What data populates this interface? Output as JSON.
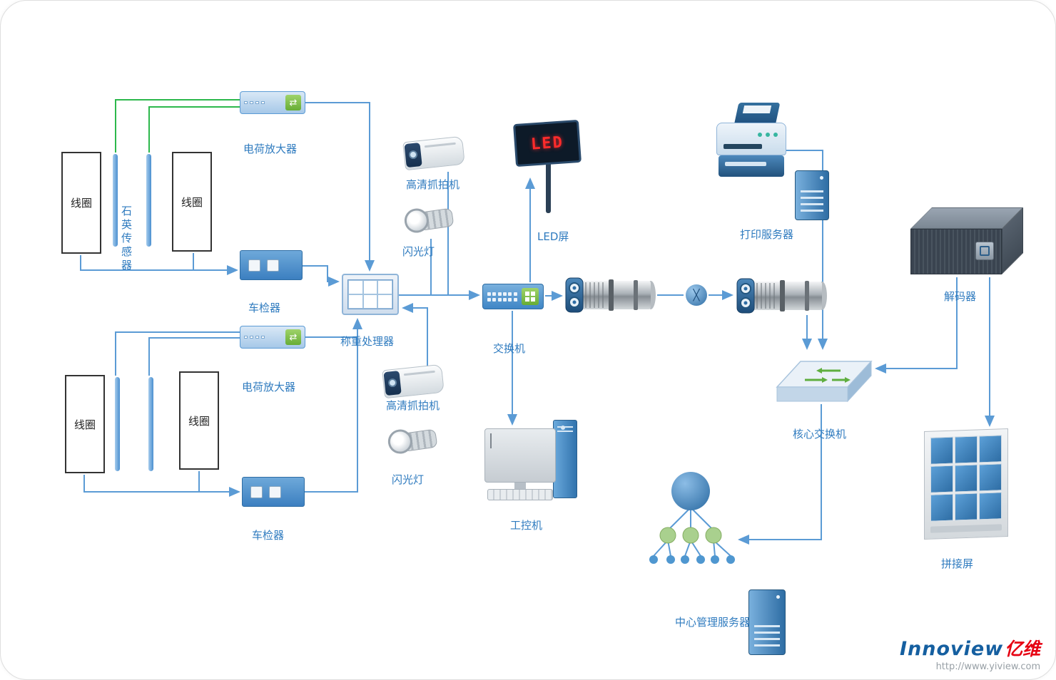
{
  "nodes": {
    "coil_tl": {
      "label": "线圈"
    },
    "coil_tr": {
      "label": "线圈"
    },
    "coil_bl": {
      "label": "线圈"
    },
    "coil_br": {
      "label": "线圈"
    },
    "quartz_sensor": {
      "label": "石英传感器"
    },
    "charge_amp_top": {
      "label": "电荷放大器"
    },
    "charge_amp_bottom": {
      "label": "电荷放大器"
    },
    "vehicle_detector_top": {
      "label": "车检器"
    },
    "vehicle_detector_bottom": {
      "label": "车检器"
    },
    "weighing_processor": {
      "label": "称重处理器"
    },
    "hd_camera_top": {
      "label": "高清抓拍机"
    },
    "hd_camera_bottom": {
      "label": "高清抓拍机"
    },
    "flash_top": {
      "label": "闪光灯"
    },
    "flash_bottom": {
      "label": "闪光灯"
    },
    "led_screen": {
      "label": "LED屏",
      "display_text": "LED"
    },
    "switch": {
      "label": "交换机"
    },
    "industrial_pc": {
      "label": "工控机"
    },
    "print_server": {
      "label": "打印服务器"
    },
    "decoder": {
      "label": "解码器"
    },
    "core_switch": {
      "label": "核心交换机"
    },
    "central_mgmt_server": {
      "label": "中心管理服务器"
    },
    "video_wall": {
      "label": "拼接屏"
    }
  },
  "edges": [
    {
      "from": "charge_amp_top",
      "to": "quartz_sensors_top",
      "color": "green"
    },
    {
      "from": "charge_amp_bottom",
      "to": "quartz_sensors_bottom",
      "color": "blue"
    },
    {
      "from": "coils_top",
      "to": "vehicle_detector_top"
    },
    {
      "from": "vehicle_detector_top",
      "to": "weighing_processor"
    },
    {
      "from": "charge_amp_top",
      "to": "weighing_processor"
    },
    {
      "from": "coils_bottom",
      "to": "vehicle_detector_bottom"
    },
    {
      "from": "vehicle_detector_bottom",
      "to": "weighing_processor"
    },
    {
      "from": "charge_amp_bottom",
      "to": "weighing_processor"
    },
    {
      "from": "weighing_processor",
      "to": "switch"
    },
    {
      "from": "hd_camera_top",
      "to": "switch"
    },
    {
      "from": "flash_top",
      "to": "switch"
    },
    {
      "from": "hd_camera_bottom",
      "to": "weighing_processor"
    },
    {
      "from": "switch",
      "to": "led_screen"
    },
    {
      "from": "switch",
      "to": "industrial_pc"
    },
    {
      "from": "switch",
      "to": "fiber_transceiver_left"
    },
    {
      "from": "fiber_transceiver_left",
      "to": "fiber_node"
    },
    {
      "from": "fiber_node",
      "to": "fiber_transceiver_right"
    },
    {
      "from": "fiber_transceiver_right",
      "to": "core_switch"
    },
    {
      "from": "print_server",
      "to": "core_switch"
    },
    {
      "from": "decoder",
      "to": "core_switch"
    },
    {
      "from": "decoder",
      "to": "video_wall"
    },
    {
      "from": "core_switch",
      "to": "central_mgmt_server"
    }
  ],
  "branding": {
    "logo_en": "Innoview",
    "logo_cn": "亿维",
    "url": "http://www.yiview.com"
  },
  "colors": {
    "line_blue": "#5b9bd5",
    "line_green": "#2db84c",
    "label_blue": "#2f7bbf",
    "led_red": "#ff2b2b",
    "logo_blue": "#155fa0",
    "logo_red": "#e60012"
  }
}
